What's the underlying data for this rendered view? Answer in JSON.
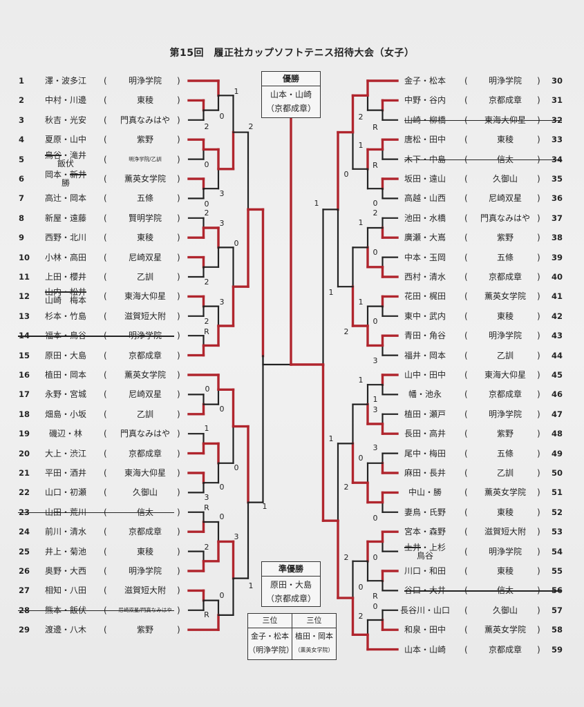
{
  "title": "第15回　履正社カップソフトテニス招待大会（女子）",
  "champion": {
    "label": "優勝",
    "name": "山本・山崎",
    "school": "（京都成章）"
  },
  "runner_up": {
    "label": "準優勝",
    "name": "原田・大島",
    "school": "（京都成章）"
  },
  "third": [
    {
      "label": "三位",
      "name": "金子・松本",
      "school": "（明浄学院）"
    },
    {
      "label": "三位",
      "name": "植田・岡本",
      "school": "（薫英女学院）"
    }
  ],
  "left": [
    {
      "no": "1",
      "name": [
        {
          "t": "澤・波多江"
        }
      ],
      "school": "明浄学院"
    },
    {
      "no": "2",
      "name": [
        {
          "t": "中村・川邊"
        }
      ],
      "school": "東稜"
    },
    {
      "no": "3",
      "name": [
        {
          "t": "秋吉・光安"
        }
      ],
      "school": "門真なみはや"
    },
    {
      "no": "4",
      "name": [
        {
          "t": "夏原・山中"
        }
      ],
      "school": "紫野"
    },
    {
      "no": "5",
      "name": [
        {
          "t": "鳥谷",
          "s": true
        },
        {
          "t": "・滝井"
        }
      ],
      "corr": "飯伏",
      "school": "明浄学院/乙訓",
      "small": true
    },
    {
      "no": "6",
      "name": [
        {
          "t": "岡本・"
        },
        {
          "t": "新井",
          "s": true
        }
      ],
      "corr": "勝",
      "school": "薫英女学院"
    },
    {
      "no": "7",
      "name": [
        {
          "t": "高辻・岡本"
        }
      ],
      "school": "五條"
    },
    {
      "no": "8",
      "name": [
        {
          "t": "新屋・遠藤"
        }
      ],
      "school": "賢明学院"
    },
    {
      "no": "9",
      "name": [
        {
          "t": "西野・北川"
        }
      ],
      "school": "東稜"
    },
    {
      "no": "10",
      "name": [
        {
          "t": "小林・高田"
        }
      ],
      "school": "尼崎双星"
    },
    {
      "no": "11",
      "name": [
        {
          "t": "上田・櫻井"
        }
      ],
      "school": "乙訓"
    },
    {
      "no": "12",
      "name": [
        {
          "t": "山内・松井",
          "s": true
        }
      ],
      "corr": "山崎　梅本",
      "school": "東海大仰星"
    },
    {
      "no": "13",
      "name": [
        {
          "t": "杉本・竹島"
        }
      ],
      "school": "滋賀短大附"
    },
    {
      "no": "14",
      "name": [
        {
          "t": "福本・鳥谷"
        }
      ],
      "school": "明浄学院",
      "struck": true
    },
    {
      "no": "15",
      "name": [
        {
          "t": "原田・大島"
        }
      ],
      "school": "京都成章"
    },
    {
      "no": "16",
      "name": [
        {
          "t": "植田・岡本"
        }
      ],
      "school": "薫英女学院"
    },
    {
      "no": "17",
      "name": [
        {
          "t": "永野・宮城"
        }
      ],
      "school": "尼崎双星"
    },
    {
      "no": "18",
      "name": [
        {
          "t": "畑島・小坂"
        }
      ],
      "school": "乙訓"
    },
    {
      "no": "19",
      "name": [
        {
          "t": "磯辺・林"
        }
      ],
      "school": "門真なみはや"
    },
    {
      "no": "20",
      "name": [
        {
          "t": "大上・渋江"
        }
      ],
      "school": "京都成章"
    },
    {
      "no": "21",
      "name": [
        {
          "t": "平田・酒井"
        }
      ],
      "school": "東海大仰星"
    },
    {
      "no": "22",
      "name": [
        {
          "t": "山口・初瀬"
        }
      ],
      "school": "久御山"
    },
    {
      "no": "23",
      "name": [
        {
          "t": "山田・荒川"
        }
      ],
      "school": "信太",
      "struck": true
    },
    {
      "no": "24",
      "name": [
        {
          "t": "前川・清水"
        }
      ],
      "school": "京都成章"
    },
    {
      "no": "25",
      "name": [
        {
          "t": "井上・菊池"
        }
      ],
      "school": "東稜"
    },
    {
      "no": "26",
      "name": [
        {
          "t": "奥野・大西"
        }
      ],
      "school": "明浄学院"
    },
    {
      "no": "27",
      "name": [
        {
          "t": "相知・八田"
        }
      ],
      "school": "滋賀短大附"
    },
    {
      "no": "28",
      "name": [
        {
          "t": "熊本・飯伏"
        }
      ],
      "school": "尼崎双星/門真なみはや",
      "small": true,
      "struck": true
    },
    {
      "no": "29",
      "name": [
        {
          "t": "渡邊・八木"
        }
      ],
      "school": "紫野"
    }
  ],
  "right": [
    {
      "no": "30",
      "name": [
        {
          "t": "金子・松本"
        }
      ],
      "school": "明浄学院"
    },
    {
      "no": "31",
      "name": [
        {
          "t": "中野・谷内"
        }
      ],
      "school": "京都成章"
    },
    {
      "no": "32",
      "name": [
        {
          "t": "山崎・柳橋"
        }
      ],
      "school": "東海大仰星",
      "struck": true
    },
    {
      "no": "33",
      "name": [
        {
          "t": "唐松・田中"
        }
      ],
      "school": "東稜"
    },
    {
      "no": "34",
      "name": [
        {
          "t": "木下・中島"
        }
      ],
      "school": "信太",
      "struck": true
    },
    {
      "no": "35",
      "name": [
        {
          "t": "坂田・遠山"
        }
      ],
      "school": "久御山"
    },
    {
      "no": "36",
      "name": [
        {
          "t": "高越・山西"
        }
      ],
      "school": "尼崎双星"
    },
    {
      "no": "37",
      "name": [
        {
          "t": "池田・水橋"
        }
      ],
      "school": "門真なみはや"
    },
    {
      "no": "38",
      "name": [
        {
          "t": "廣瀬・大嶌"
        }
      ],
      "school": "紫野"
    },
    {
      "no": "39",
      "name": [
        {
          "t": "中本・玉岡"
        }
      ],
      "school": "五條"
    },
    {
      "no": "40",
      "name": [
        {
          "t": "西村・清水"
        }
      ],
      "school": "京都成章"
    },
    {
      "no": "41",
      "name": [
        {
          "t": "花田・梶田"
        }
      ],
      "school": "薫英女学院"
    },
    {
      "no": "42",
      "name": [
        {
          "t": "東中・武内"
        }
      ],
      "school": "東稜"
    },
    {
      "no": "43",
      "name": [
        {
          "t": "青田・角谷"
        }
      ],
      "school": "明浄学院"
    },
    {
      "no": "44",
      "name": [
        {
          "t": "福井・岡本"
        }
      ],
      "school": "乙訓"
    },
    {
      "no": "45",
      "name": [
        {
          "t": "山中・田中"
        }
      ],
      "school": "東海大仰星"
    },
    {
      "no": "46",
      "name": [
        {
          "t": "幡・池永"
        }
      ],
      "school": "京都成章"
    },
    {
      "no": "47",
      "name": [
        {
          "t": "植田・瀬戸"
        }
      ],
      "school": "明浄学院"
    },
    {
      "no": "48",
      "name": [
        {
          "t": "長田・高井"
        }
      ],
      "school": "紫野"
    },
    {
      "no": "49",
      "name": [
        {
          "t": "尾中・梅田"
        }
      ],
      "school": "五條"
    },
    {
      "no": "50",
      "name": [
        {
          "t": "麻田・長井"
        }
      ],
      "school": "乙訓"
    },
    {
      "no": "51",
      "name": [
        {
          "t": "中山・勝"
        }
      ],
      "school": "薫英女学院"
    },
    {
      "no": "52",
      "name": [
        {
          "t": "妻鳥・氏野"
        }
      ],
      "school": "東稜"
    },
    {
      "no": "53",
      "name": [
        {
          "t": "宮本・森野"
        }
      ],
      "school": "滋賀短大附"
    },
    {
      "no": "54",
      "name": [
        {
          "t": "土井",
          "s": true
        },
        {
          "t": "・上杉"
        }
      ],
      "corr": "鳥谷",
      "school": "明浄学院"
    },
    {
      "no": "55",
      "name": [
        {
          "t": "川口・和田"
        }
      ],
      "school": "東稜"
    },
    {
      "no": "56",
      "name": [
        {
          "t": "谷口・大井"
        }
      ],
      "school": "信太",
      "struck": true
    },
    {
      "no": "57",
      "name": [
        {
          "t": "長谷川・山口"
        }
      ],
      "school": "久御山"
    },
    {
      "no": "58",
      "name": [
        {
          "t": "和泉・田中"
        }
      ],
      "school": "薫英女学院"
    },
    {
      "no": "59",
      "name": [
        {
          "t": "山本・山崎"
        }
      ],
      "school": "京都成章"
    }
  ],
  "bracket_left": [
    [
      [
        [
          0,
          [
            1,
            2,
            0
          ],
          0
        ],
        [
          [
            3,
            4,
            0
          ],
          [
            5,
            6,
            0
          ],
          0
        ],
        1
      ],
      [
        [
          [
            7,
            8,
            1
          ],
          [
            9,
            10,
            0
          ],
          0
        ],
        [
          [
            11,
            12,
            0
          ],
          [
            13,
            14,
            1
          ],
          1
        ],
        1
      ],
      1
    ],
    [
      [
        [
          15,
          [
            16,
            17,
            1
          ],
          0
        ],
        [
          [
            18,
            19,
            1
          ],
          [
            20,
            21,
            0
          ],
          0
        ],
        0
      ],
      [
        [
          [
            22,
            23,
            1
          ],
          [
            24,
            25,
            1
          ],
          1
        ],
        [
          [
            26,
            27,
            0
          ],
          28,
          1
        ],
        0
      ],
      0
    ],
    0
  ],
  "bracket_right": [
    [
      [
        [
          0,
          [
            1,
            2,
            0
          ],
          0
        ],
        [
          [
            3,
            4,
            0
          ],
          [
            5,
            6,
            0
          ],
          0
        ],
        0
      ],
      [
        [
          [
            7,
            8,
            1
          ],
          [
            9,
            10,
            1
          ],
          1
        ],
        [
          [
            11,
            12,
            0
          ],
          [
            13,
            14,
            0
          ],
          1
        ],
        1
      ],
      0
    ],
    [
      [
        [
          [
            15,
            16,
            0
          ],
          [
            17,
            18,
            1
          ],
          1
        ],
        [
          [
            19,
            20,
            1
          ],
          [
            21,
            22,
            0
          ],
          1
        ],
        1
      ],
      [
        [
          [
            23,
            24,
            0
          ],
          [
            25,
            26,
            0
          ],
          0
        ],
        [
          [
            27,
            28,
            1
          ],
          29,
          1
        ],
        1
      ],
      1
    ],
    1
  ],
  "scores_left": [
    "1",
    "0",
    "2",
    "2",
    "0",
    "3",
    "0",
    "2",
    "3",
    "0",
    "2",
    "3",
    "2",
    "R",
    "0",
    "0",
    "1",
    "0",
    "0",
    "3",
    "R",
    "0",
    "3",
    "2",
    "1",
    "1",
    "0",
    "R"
  ],
  "scores_right": [
    "2",
    "R",
    "1",
    "R",
    "0",
    "1",
    "0",
    "2",
    "1",
    "0",
    "1",
    "1",
    "0",
    "2",
    "3",
    "1",
    "1",
    "3",
    "1",
    "3",
    "0",
    "2",
    "0",
    "2",
    "0",
    "0",
    "R",
    "0",
    "2"
  ],
  "colors": {
    "win_line": "#b0252d",
    "line": "#222222",
    "paper": "#eeeeee"
  }
}
